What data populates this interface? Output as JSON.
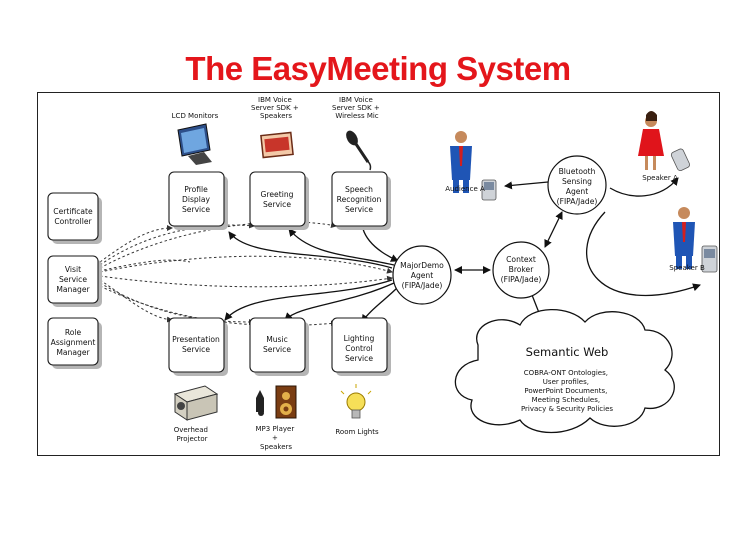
{
  "title": "The EasyMeeting System",
  "devices": {
    "lcd": [
      "LCD Monitors"
    ],
    "ibm_speakers": [
      "IBM Voice",
      "Server SDK +",
      "Speakers"
    ],
    "ibm_mic": [
      "IBM Voice",
      "Server SDK +",
      "Wireless Mic"
    ],
    "projector": [
      "Overhead",
      "Projector"
    ],
    "mp3": [
      "MP3 Player",
      "+",
      "Speakers"
    ],
    "lights": [
      "Room Lights"
    ]
  },
  "services": {
    "profile": [
      "Profile",
      "Display",
      "Service"
    ],
    "greeting": [
      "Greeting",
      "Service"
    ],
    "speech": [
      "Speech",
      "Recognition",
      "Service"
    ],
    "presentation": [
      "Presentation",
      "Service"
    ],
    "music": [
      "Music",
      "Service"
    ],
    "lighting": [
      "Lighting",
      "Control",
      "Service"
    ]
  },
  "managers": {
    "certificate": [
      "Certificate",
      "Controller"
    ],
    "visit": [
      "Visit",
      "Service",
      "Manager"
    ],
    "role": [
      "Role",
      "Assignment",
      "Manager"
    ]
  },
  "agents": {
    "majordemo": [
      "MajorDemo",
      "Agent",
      "(FIPA/Jade)"
    ],
    "context": [
      "Context",
      "Broker",
      "(FIPA/Jade)"
    ],
    "bluetooth": [
      "Bluetooth",
      "Sensing",
      "Agent",
      "(FIPA/Jade)"
    ]
  },
  "people": {
    "audience": "Audience A",
    "speaker_a": "Speaker A",
    "speaker_b": "Speaker B"
  },
  "semantic_web": {
    "title": "Semantic Web",
    "lines": [
      "COBRA-ONT Ontologies,",
      "User profiles,",
      "PowerPoint Documents,",
      "Meeting Schedules,",
      "Privacy & Security Policies"
    ]
  }
}
